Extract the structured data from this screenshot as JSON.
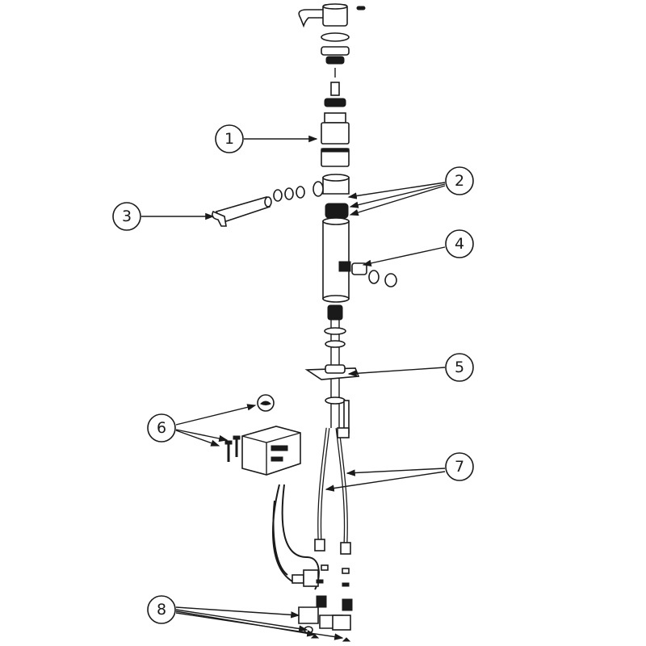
{
  "diagram": {
    "type": "exploded-parts-view",
    "callouts": [
      {
        "label": "1"
      },
      {
        "label": "2"
      },
      {
        "label": "3"
      },
      {
        "label": "4"
      },
      {
        "label": "5"
      },
      {
        "label": "6"
      },
      {
        "label": "7"
      },
      {
        "label": "8"
      }
    ],
    "colors": {
      "ink": "#1a1a1a",
      "background": "#ffffff"
    }
  }
}
